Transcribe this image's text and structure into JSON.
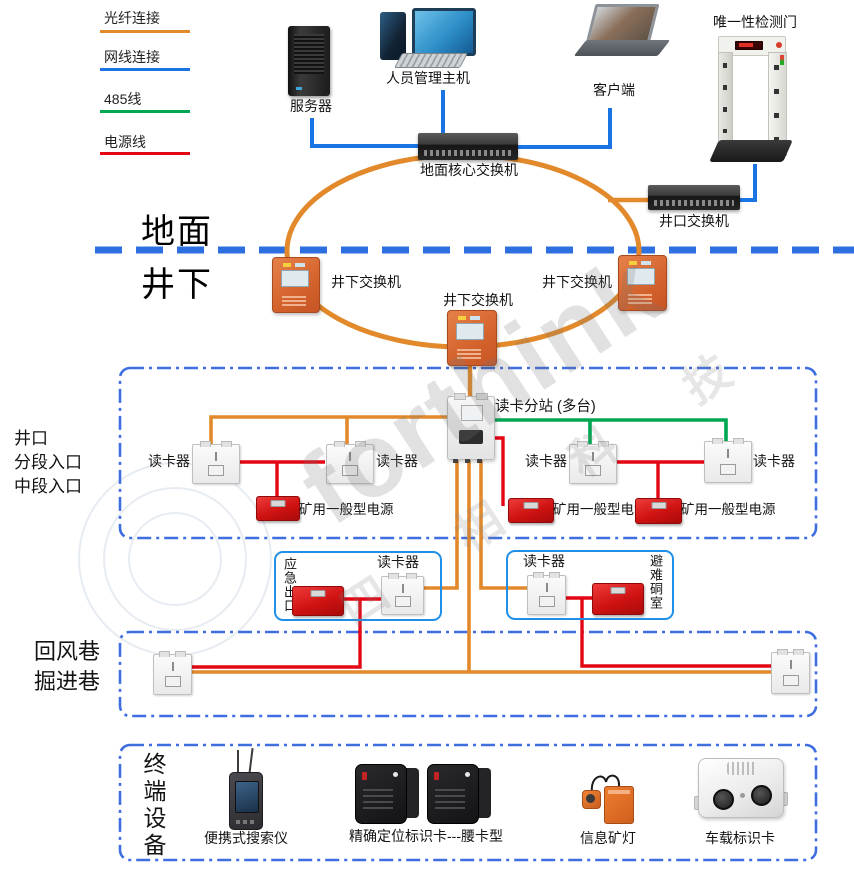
{
  "legend": {
    "items": [
      {
        "label": "光纤连接",
        "color": "#e2892b"
      },
      {
        "label": "网线连接",
        "color": "#1b74e4"
      },
      {
        "label": "485线",
        "color": "#00a651"
      },
      {
        "label": "电源线",
        "color": "#e30613"
      }
    ]
  },
  "surface": {
    "zone_label": "地面",
    "server": "服务器",
    "host": "人员管理主机",
    "client": "客户端",
    "gate": "唯一性检测门",
    "core_switch": "地面核心交换机",
    "wellhead_switch": "井口交换机"
  },
  "underground": {
    "zone_label": "井下",
    "switch": "井下交换机",
    "substation": "读卡分站 (多台)",
    "reader": "读卡器",
    "power_supply": "矿用一般型电源",
    "entry_zone": {
      "line1": "井口",
      "line2": "分段入口",
      "line3": "中段入口"
    },
    "emergency_exit": "应急出口",
    "refuge_chamber": "避难硐室",
    "tunnel_zone": {
      "line1": "回风巷",
      "line2": "掘进巷"
    }
  },
  "terminals": {
    "zone_label": "终端设备",
    "searcher": "便携式搜索仪",
    "waist_card": "精确定位标识卡---腰卡型",
    "mine_lamp": "信息矿灯",
    "vehicle_card": "车载标识卡"
  },
  "watermark": {
    "brand": "forthink",
    "chars": "四相科技"
  },
  "colors": {
    "fiber": "#e2892b",
    "ethernet": "#1b74e4",
    "rs485": "#00a651",
    "power": "#e30613",
    "divider": "#2e6fe0",
    "section_border": "#3f6ee0"
  }
}
